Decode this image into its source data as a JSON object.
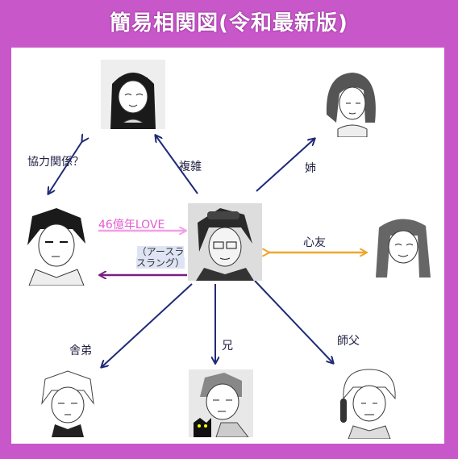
{
  "title": "簡易相関図(令和最新版)",
  "center": {
    "name": "center-character"
  },
  "nodes": [
    {
      "id": "top-left",
      "name": "long-hair-girl"
    },
    {
      "id": "top-right",
      "name": "sister"
    },
    {
      "id": "left",
      "name": "left-man"
    },
    {
      "id": "right",
      "name": "best-friend"
    },
    {
      "id": "bottom-left",
      "name": "younger-brother"
    },
    {
      "id": "bottom-center",
      "name": "older-brother"
    },
    {
      "id": "bottom-right",
      "name": "master"
    }
  ],
  "labels": {
    "cooperation": "協力関係？",
    "complicated": "複雑",
    "sister": "姉",
    "love": "46億年LOVE",
    "slang": "（アースラ スラング）",
    "best_friend": "心友",
    "younger_brother": "舎弟",
    "older_brother": "兄",
    "master": "師父"
  },
  "colors": {
    "background": "#c857c9",
    "arrow_default": "#1f2a78",
    "arrow_love": "#f2a0e6",
    "arrow_slang": "#7a1f7e",
    "arrow_friend": "#f0a52b"
  }
}
